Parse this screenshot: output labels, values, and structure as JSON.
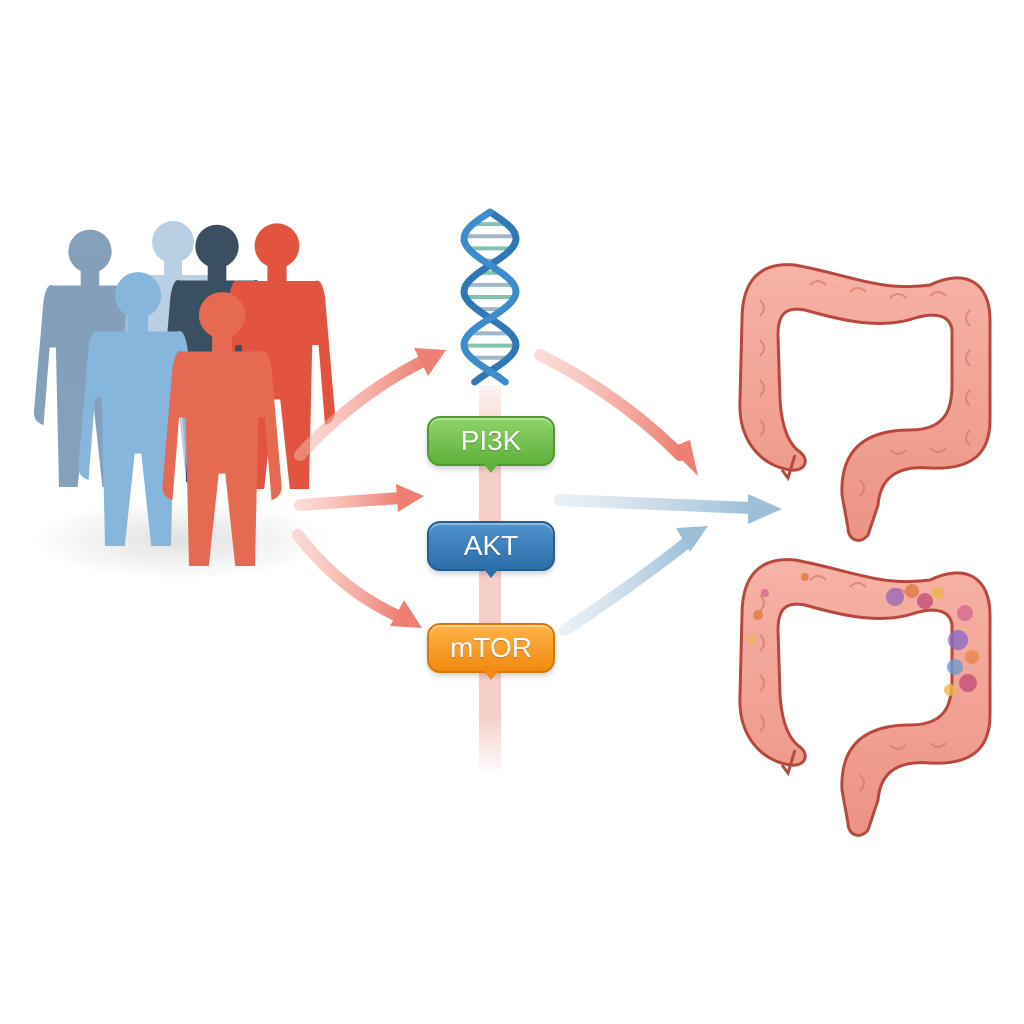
{
  "pathway": {
    "nodes": [
      {
        "label": "PI3K",
        "color": "#6cbf45"
      },
      {
        "label": "AKT",
        "color": "#3580c0"
      },
      {
        "label": "mTOR",
        "color": "#f59a1b"
      }
    ]
  },
  "colors": {
    "arrow_red": "#f08a7e",
    "arrow_blue": "#a9c6dc",
    "dna_blue": "#2f77b5",
    "dna_teal": "#7fc3b0",
    "colon": "#f1a294",
    "colon_outline": "#b8483d",
    "person_red": "#e2543f",
    "person_blue": "#86b6dc",
    "person_slate": "#6f8fae"
  },
  "icons": [
    "population-silhouettes",
    "dna-helix-icon",
    "healthy-colon-icon",
    "diseased-colon-icon"
  ]
}
